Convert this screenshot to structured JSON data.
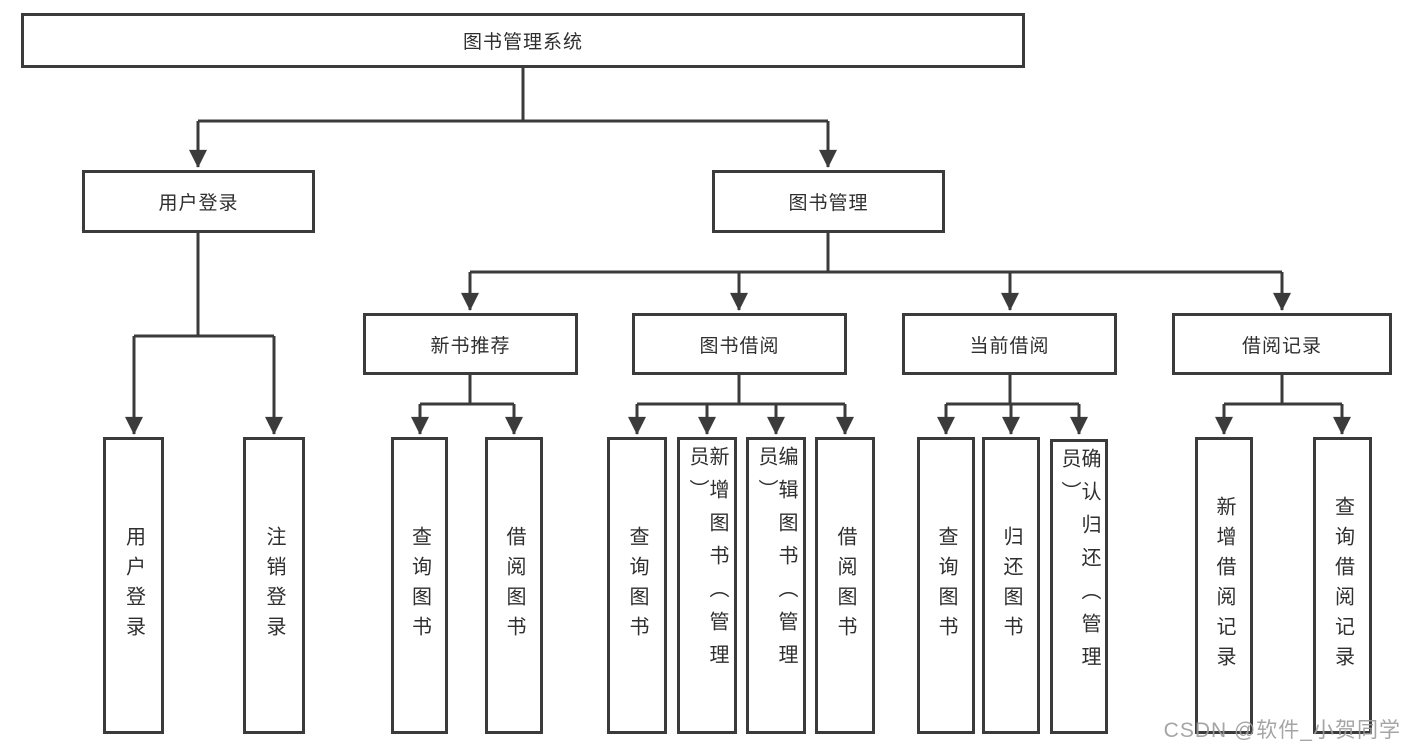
{
  "diagram": {
    "root": {
      "label": "图书管理系统"
    },
    "level2": [
      {
        "label": "用户登录"
      },
      {
        "label": "图书管理"
      }
    ],
    "level3": [
      {
        "label": "新书推荐"
      },
      {
        "label": "图书借阅"
      },
      {
        "label": "当前借阅"
      },
      {
        "label": "借阅记录"
      }
    ],
    "leaves": [
      {
        "label": "用户登录"
      },
      {
        "label": "注销登录"
      },
      {
        "label": "查询图书"
      },
      {
        "label": "借阅图书"
      },
      {
        "label": "查询图书"
      },
      {
        "label": "新增图书（管理员）"
      },
      {
        "label": "编辑图书（管理员）"
      },
      {
        "label": "借阅图书"
      },
      {
        "label": "查询图书"
      },
      {
        "label": "归还图书"
      },
      {
        "label": "确认归还（管理员）"
      },
      {
        "label": "新增借阅记录"
      },
      {
        "label": "查询借阅记录"
      }
    ]
  },
  "watermark": {
    "text": "CSDN @软件_小贺同学"
  },
  "colors": {
    "line": "#3b3b3b",
    "text": "#2f2f2f",
    "watermark": "#9c9c9c",
    "background": "#ffffff"
  }
}
